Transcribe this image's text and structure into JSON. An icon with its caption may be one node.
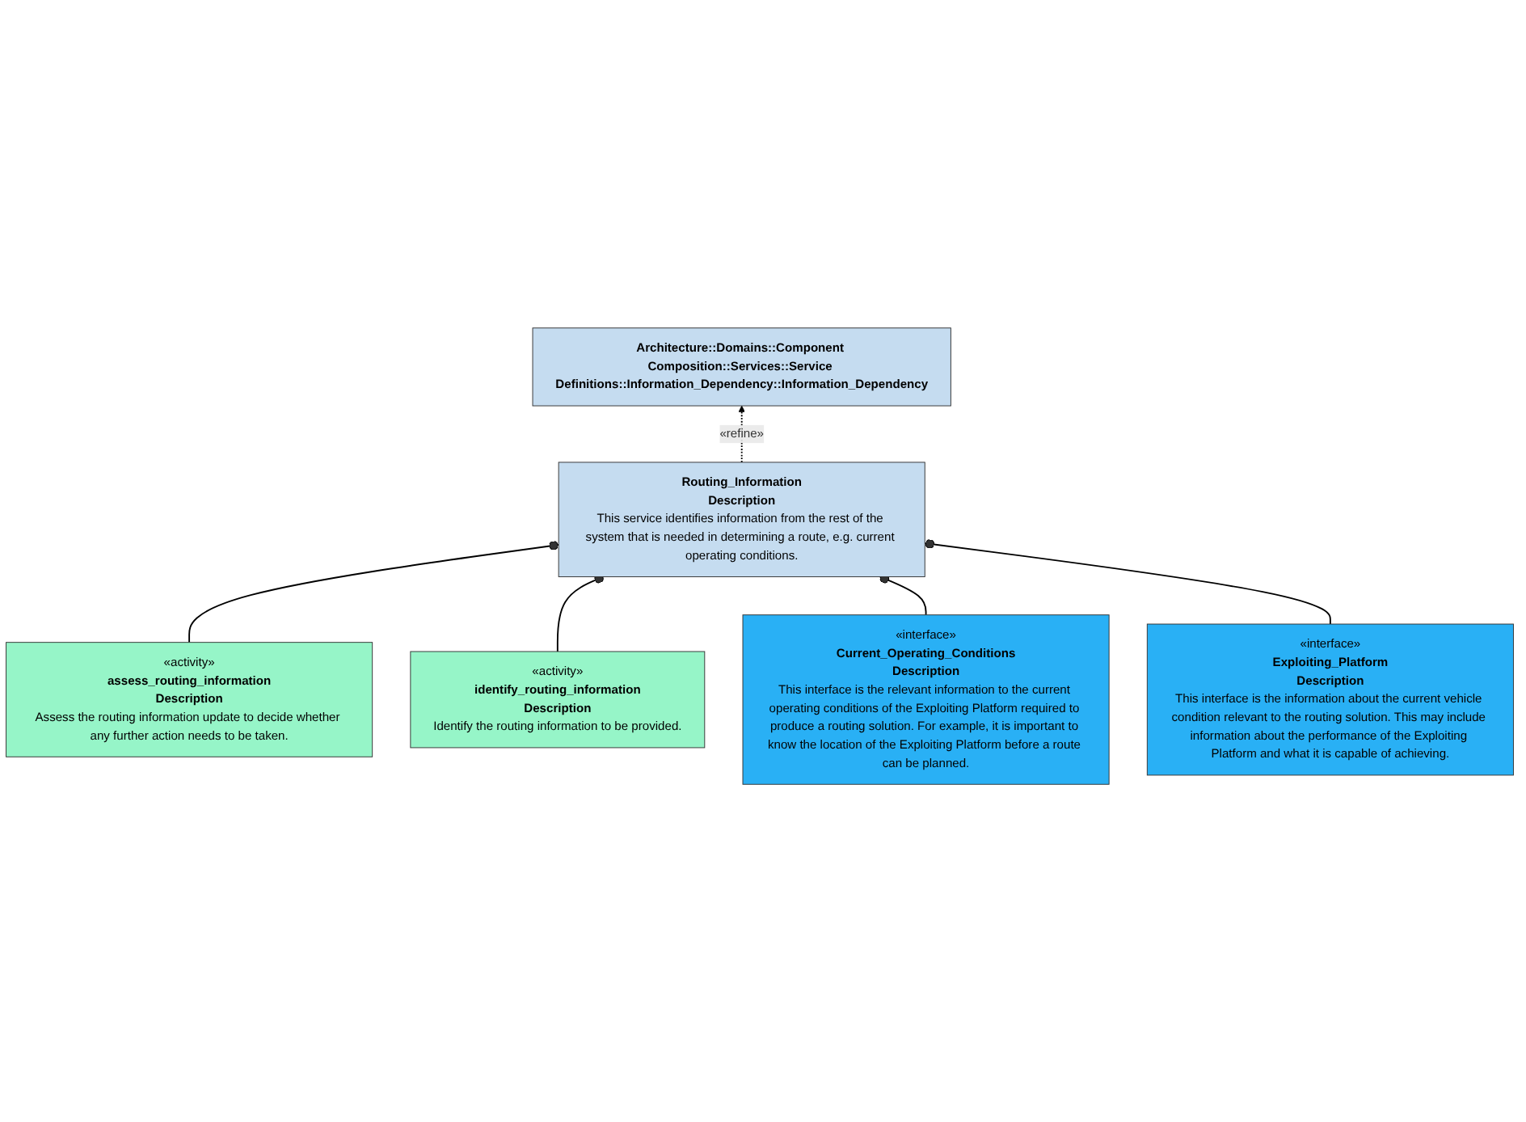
{
  "diagram": {
    "nodes": [
      {
        "text": [
          "Architecture::Domains::Component Composition::Services::Service Definitions::Information_Dependency::Information_Dependency"
        ]
      },
      {
        "text": [
          "Routing_Information",
          "Description",
          "This service identifies information from the rest of the system that is needed in determining a route, e.g. current operating conditions."
        ]
      },
      {
        "text": [
          "«activity»",
          "assess_routing_information",
          "Description",
          "Assess the routing information update to decide whether any further action needs to be taken."
        ]
      },
      {
        "text": [
          "«activity»",
          "identify_routing_information",
          "Description",
          "Identify the routing information to be provided."
        ]
      },
      {
        "text": [
          "«interface»",
          "Current_Operating_Conditions",
          "Description",
          "This interface is the relevant information to the current operating conditions of the Exploiting Platform required to produce a routing solution. For example, it is important to know the location of the Exploiting Platform before a route can be planned."
        ]
      },
      {
        "text": [
          "«interface»",
          "Exploiting_Platform",
          "Description",
          "This interface is the information about the current vehicle condition relevant to the routing solution. This may include information about the performance of the Exploiting Platform and what it is capable of achieving."
        ]
      }
    ],
    "edges": [
      {
        "from": 1,
        "to": 0,
        "arrow": "to",
        "label": "«refine»",
        "style": "dashed"
      },
      {
        "from": 2,
        "to": 1,
        "arrow": "other"
      },
      {
        "from": 3,
        "to": 1,
        "arrow": "other"
      },
      {
        "from": 4,
        "to": 1,
        "arrow": "other"
      },
      {
        "from": 5,
        "to": 1,
        "arrow": "other"
      }
    ]
  }
}
